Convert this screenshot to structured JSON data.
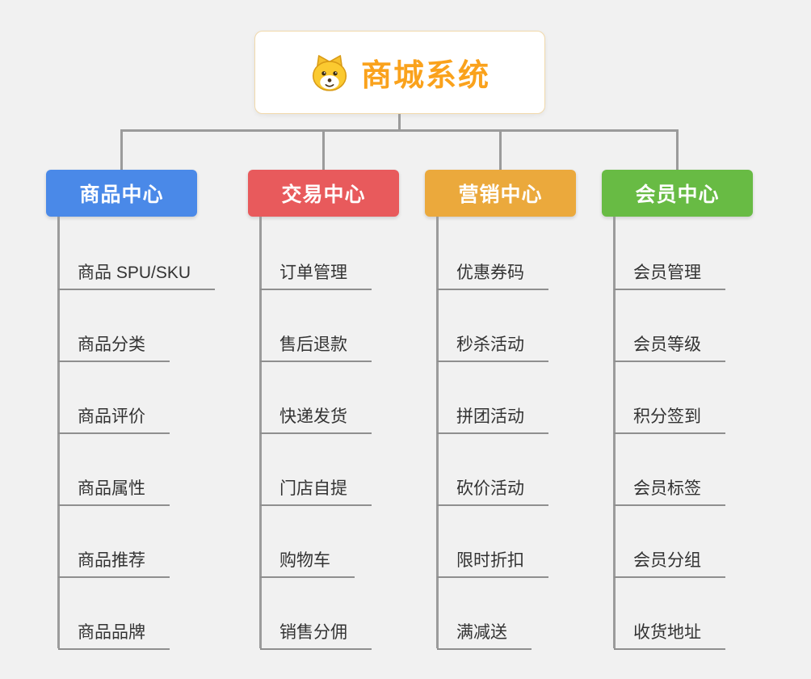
{
  "root": {
    "title": "商城系统",
    "icon": "dog-face-icon"
  },
  "colors": {
    "root_text": "#faa21c",
    "connector": "#9b9b9b"
  },
  "branches": [
    {
      "label": "商品中心",
      "color": "#4a89e8",
      "children": [
        "商品 SPU/SKU",
        "商品分类",
        "商品评价",
        "商品属性",
        "商品推荐",
        "商品品牌"
      ]
    },
    {
      "label": "交易中心",
      "color": "#e85a5c",
      "children": [
        "订单管理",
        "售后退款",
        "快递发货",
        "门店自提",
        "购物车",
        "销售分佣"
      ]
    },
    {
      "label": "营销中心",
      "color": "#eba93c",
      "children": [
        "优惠券码",
        "秒杀活动",
        "拼团活动",
        "砍价活动",
        "限时折扣",
        "满减送"
      ]
    },
    {
      "label": "会员中心",
      "color": "#68bb44",
      "children": [
        "会员管理",
        "会员等级",
        "积分签到",
        "会员标签",
        "会员分组",
        "收货地址"
      ]
    }
  ]
}
